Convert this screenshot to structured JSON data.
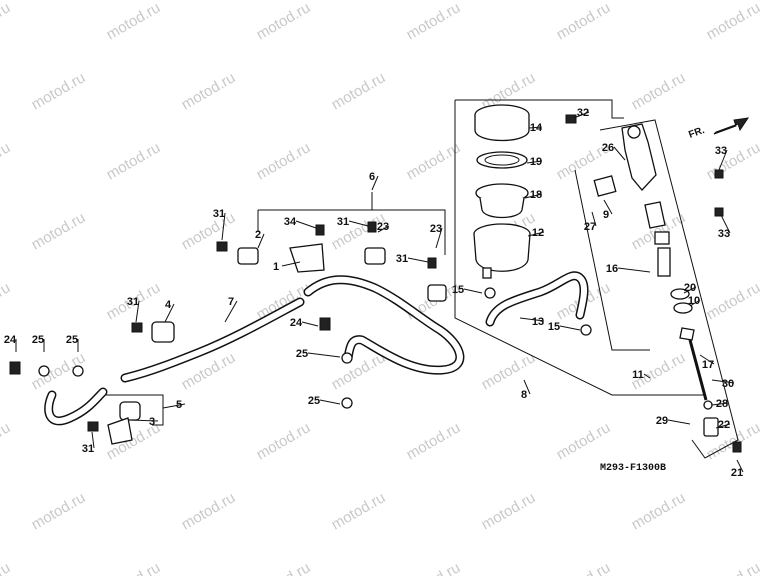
{
  "watermark": "motod.ru",
  "diagram_code": "M293-F1300B",
  "direction": "FR.",
  "callouts": [
    "1",
    "2",
    "3",
    "4",
    "5",
    "6",
    "7",
    "8",
    "9",
    "10",
    "11",
    "12",
    "13",
    "14",
    "15",
    "15",
    "16",
    "17",
    "18",
    "19",
    "20",
    "21",
    "22",
    "23",
    "23",
    "24",
    "24",
    "25",
    "25",
    "25",
    "25",
    "26",
    "27",
    "28",
    "29",
    "30",
    "31",
    "31",
    "31",
    "31",
    "31",
    "32",
    "33",
    "33",
    "34"
  ]
}
